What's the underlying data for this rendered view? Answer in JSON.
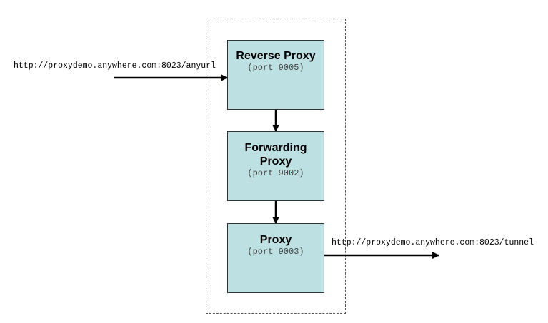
{
  "diagram": {
    "input_url": "http://proxydemo.anywhere.com:8023/anyurl",
    "output_url": "http://proxydemo.anywhere.com:8023/tunnel",
    "boxes": [
      {
        "title": "Reverse Proxy",
        "port": "(port 9005)"
      },
      {
        "title": "Forwarding Proxy",
        "port": "(port 9002)"
      },
      {
        "title": "Proxy",
        "port": "(port 9003)"
      }
    ]
  },
  "colors": {
    "box_fill": "#bde0e3",
    "box_border": "#333333",
    "arrow": "#000000",
    "container_border": "#555555"
  }
}
